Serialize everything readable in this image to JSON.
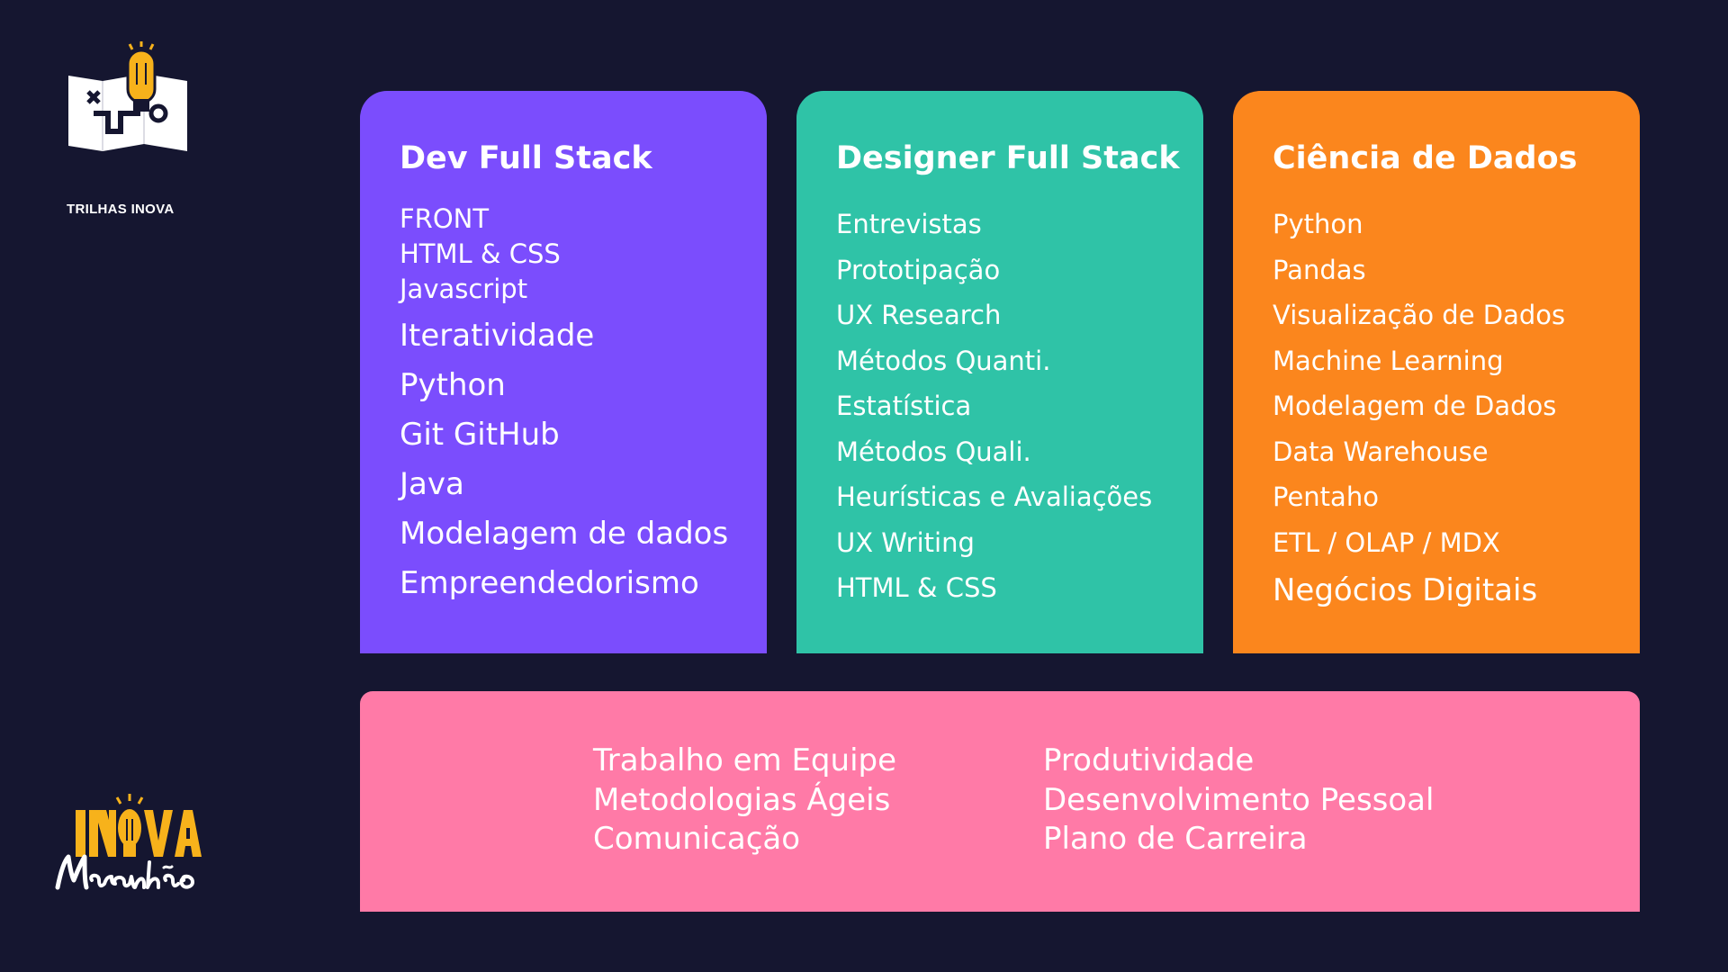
{
  "brand": {
    "trilhas_caption": "TRILHAS INOVA",
    "inova_logo": "Inova Maranhão logo"
  },
  "tracks": [
    {
      "title": "Dev Full Stack",
      "topics": [
        "FRONT",
        "HTML & CSS",
        "Javascript",
        "Iteratividade",
        "Python",
        "Git GitHub",
        "Java",
        "Modelagem de dados",
        "Empreendedorismo"
      ]
    },
    {
      "title": "Designer Full Stack",
      "topics": [
        "Entrevistas",
        "Prototipação",
        "UX Research",
        "Métodos Quanti.",
        "Estatística",
        "Métodos Quali.",
        "Heurísticas e Avaliações",
        "UX Writing",
        "HTML & CSS"
      ]
    },
    {
      "title": "Ciência de Dados",
      "topics": [
        "Python",
        "Pandas",
        "Visualização de Dados",
        "Machine Learning",
        "Modelagem de Dados",
        "Data Warehouse",
        "Pentaho",
        "ETL / OLAP / MDX",
        "Negócios Digitais"
      ]
    }
  ],
  "soft_skills": {
    "left": [
      "Trabalho em Equipe",
      "Metodologias Ágeis",
      "Comunicação"
    ],
    "right": [
      "Produtividade",
      "Desenvolvimento Pessoal",
      "Plano de Carreira"
    ]
  },
  "colors": {
    "background": "#151630",
    "dev": "#7b4dfd",
    "design": "#2fc3a7",
    "data": "#fb861d",
    "soft": "#ff7aa7",
    "logo_yellow": "#f7b21b"
  }
}
